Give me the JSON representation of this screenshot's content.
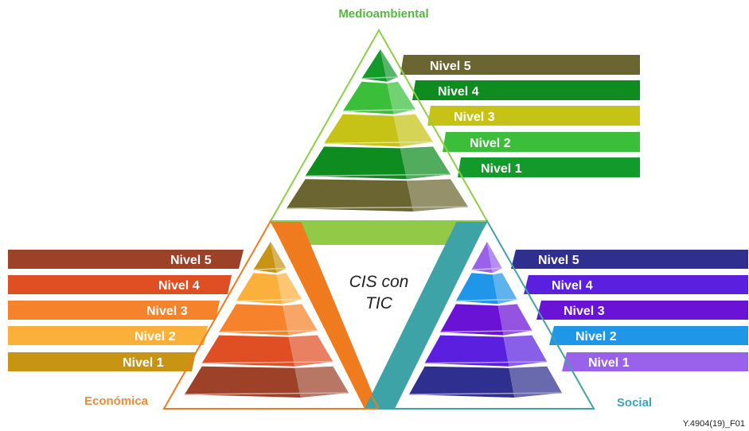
{
  "center": {
    "line1": "CIS con",
    "line2": "TIC"
  },
  "code": "Y.4904(19)_F01",
  "colors": {
    "top_outline": "#8ccf45",
    "left_band": "#f07a1e",
    "right_band": "#3ea3a7",
    "center_band": "#92c947"
  },
  "sections": {
    "top": {
      "title": "Medioambiental",
      "title_color": "#53b93c",
      "levels": [
        {
          "label": "Nivel 5",
          "color": "#6b6631"
        },
        {
          "label": "Nivel 4",
          "color": "#0f8c1f"
        },
        {
          "label": "Nivel 3",
          "color": "#c6c316"
        },
        {
          "label": "Nivel 2",
          "color": "#3bbf3b"
        },
        {
          "label": "Nivel 1",
          "color": "#129a2a"
        }
      ]
    },
    "left": {
      "title": "Económica",
      "title_color": "#f08a34",
      "levels": [
        {
          "label": "Nivel 5",
          "color": "#9d4129"
        },
        {
          "label": "Nivel 4",
          "color": "#e04e23"
        },
        {
          "label": "Nivel 3",
          "color": "#f6822b"
        },
        {
          "label": "Nivel 2",
          "color": "#fbb03b"
        },
        {
          "label": "Nivel 1",
          "color": "#c79414"
        }
      ]
    },
    "right": {
      "title": "Social",
      "title_color": "#3aa5b7",
      "levels": [
        {
          "label": "Nivel 5",
          "color": "#2f2f8f"
        },
        {
          "label": "Nivel 4",
          "color": "#5b1fe0"
        },
        {
          "label": "Nivel 3",
          "color": "#6a12d6"
        },
        {
          "label": "Nivel 2",
          "color": "#1f96e8"
        },
        {
          "label": "Nivel 1",
          "color": "#9a62ea"
        }
      ]
    }
  }
}
